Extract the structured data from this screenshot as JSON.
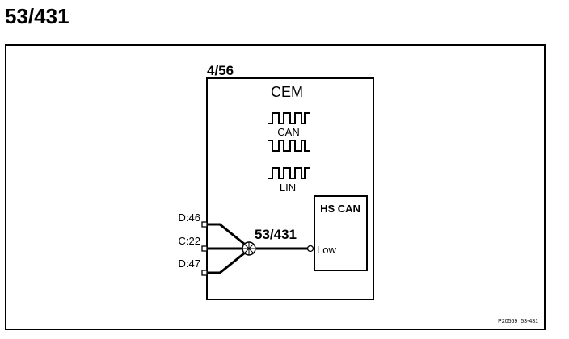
{
  "page_title": "53/431",
  "diagram": {
    "component_ref": "4/56",
    "module_name": "CEM",
    "signals": [
      {
        "label": "CAN",
        "icon": "square-wave-icon"
      },
      {
        "label": "",
        "icon": "square-wave-icon"
      },
      {
        "label": "LIN",
        "icon": "square-wave-icon"
      }
    ],
    "connector_pins": [
      "D:46",
      "C:22",
      "D:47"
    ],
    "splice_ref": "53/431",
    "sub_block": {
      "title": "HS CAN",
      "pin_label": "Low"
    },
    "footer_ref": "P20569  53-431"
  },
  "colors": {
    "line": "#000000",
    "background": "#ffffff"
  }
}
